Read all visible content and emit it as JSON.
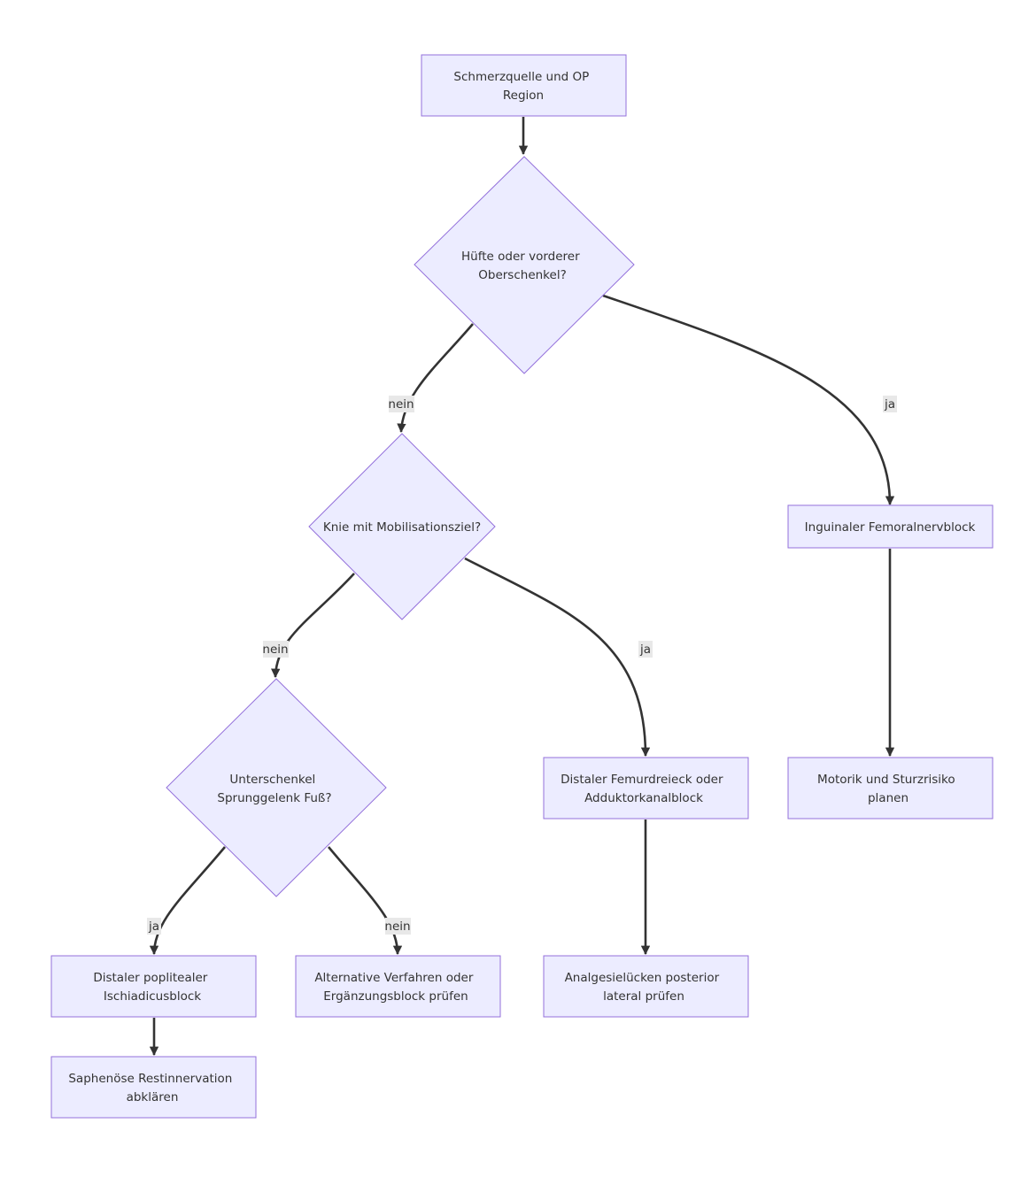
{
  "flowchart": {
    "nodes": {
      "start": [
        "Schmerzquelle und OP",
        "Region"
      ],
      "q_huefte": [
        "Hüfte oder vorderer",
        "Oberschenkel?"
      ],
      "q_knie": [
        "Knie mit Mobilisationsziel?"
      ],
      "q_unterschenkel": [
        "Unterschenkel",
        "Sprunggelenk Fuß?"
      ],
      "femoral": [
        "Inguinaler Femoralnervblock"
      ],
      "motorik": [
        "Motorik und Sturzrisiko",
        "planen"
      ],
      "adduktor": [
        "Distaler Femurdreieck oder",
        "Adduktorkanalblock"
      ],
      "analgesie": [
        "Analgesielücken posterior",
        "lateral prüfen"
      ],
      "ischiadicus": [
        "Distaler popliteal​er",
        "Ischiadicusblock"
      ],
      "alternative": [
        "Alternative Verfahren oder",
        "Ergänzungsblock prüfen"
      ],
      "saphenus": [
        "Saphenöse Restinnervation",
        "abklären"
      ]
    },
    "edge_labels": {
      "huefte_nein": "nein",
      "huefte_ja": "ja",
      "knie_nein": "nein",
      "knie_ja": "ja",
      "unterschenkel_ja": "ja",
      "unterschenkel_nein": "nein"
    }
  }
}
